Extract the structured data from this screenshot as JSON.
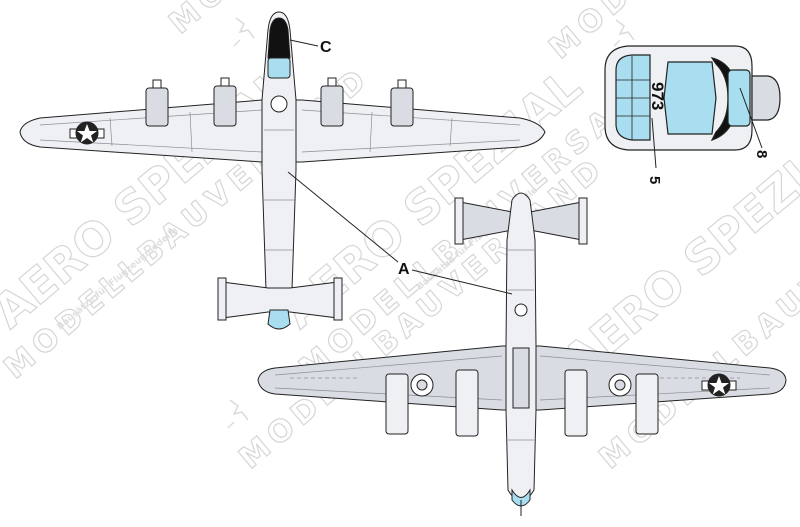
{
  "callouts": {
    "c": "C",
    "a": "A",
    "five": "5",
    "eight": "8"
  },
  "nose_marking": "973",
  "watermark": {
    "brand": "AERO SPEZIAL",
    "line2": "MODELLBAUVERSAND",
    "tagline": "Bausätze für Flugzeugmodelle"
  },
  "colors": {
    "airframe": "#eef0f3",
    "panel_line": "#8a8f99",
    "outline": "#222222",
    "glazing": "#a8def0",
    "anti_glare": "#111111",
    "underside_shade": "#d9dce2"
  },
  "icons": {
    "insignia": "us-star-insignia",
    "logo": "aero-spezial-logo"
  }
}
